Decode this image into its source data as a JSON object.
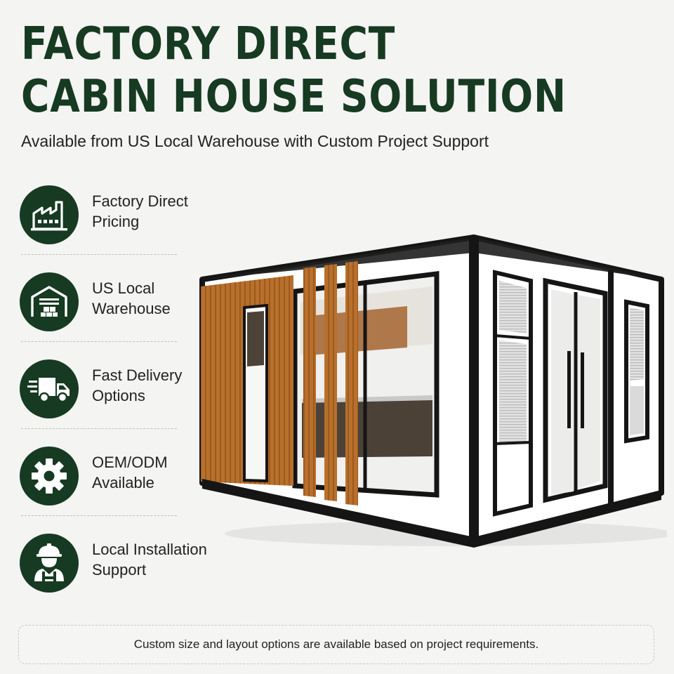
{
  "headline": {
    "line1": "FACTORY DIRECT",
    "line2": "CABIN HOUSE SOLUTION"
  },
  "subtitle": "Available from US Local Warehouse with Custom Project Support",
  "features": [
    {
      "icon": "factory-icon",
      "line1": "Factory Direct",
      "line2": "Pricing"
    },
    {
      "icon": "warehouse-icon",
      "line1": "US Local",
      "line2": "Warehouse"
    },
    {
      "icon": "delivery-truck-icon",
      "line1": "Fast Delivery",
      "line2": "Options"
    },
    {
      "icon": "gear-icon",
      "line1": "OEM/ODM",
      "line2": "Available"
    },
    {
      "icon": "worker-icon",
      "line1": "Local Installation",
      "line2": "Support"
    }
  ],
  "footer_note": "Custom size and layout options  are available based on project requirements.",
  "colors": {
    "brand_green": "#163a22",
    "background": "#f4f4f2",
    "frame_black": "#151515",
    "wood": "#b8702c",
    "panel_white": "#ffffff"
  },
  "hero_image": "container-cabin-house-photo"
}
